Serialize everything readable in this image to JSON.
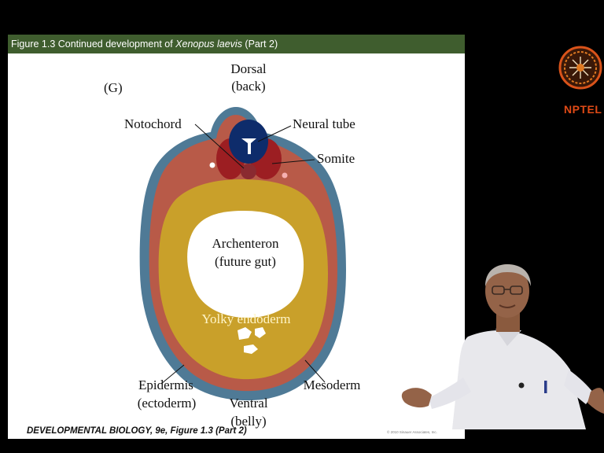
{
  "slide": {
    "title_prefix": "Figure 1.3  Continued development of ",
    "title_species": "Xenopus laevis",
    "title_suffix": " (Part 2)",
    "footer_book": "DEVELOPMENTAL BIOLOGY",
    "footer_rest": ", 9e, Figure 1.3 (Part 2)",
    "copyright": "© 2010 Sinauer Associates, Inc."
  },
  "diagram": {
    "panel_label": "(G)",
    "labels": {
      "dorsal": "Dorsal",
      "dorsal_sub": "(back)",
      "notochord": "Notochord",
      "neural_tube": "Neural tube",
      "somite": "Somite",
      "archenteron": "Archenteron",
      "archenteron_sub": "(future gut)",
      "yolky_endoderm": "Yolky endoderm",
      "epidermis": "Epidermis",
      "epidermis_sub": "(ectoderm)",
      "ventral": "Ventral",
      "ventral_sub": "(belly)",
      "mesoderm": "Mesoderm"
    },
    "colors": {
      "epidermis": "#4f7a96",
      "mesoderm": "#b85a48",
      "endoderm": "#c9a02a",
      "neural_tube": "#0e2c6b",
      "somite": "#9c1e22",
      "title_bar": "#3f5d2e"
    }
  },
  "branding": {
    "logo_text": "NPTEL",
    "logo_color": "#e04a16"
  }
}
